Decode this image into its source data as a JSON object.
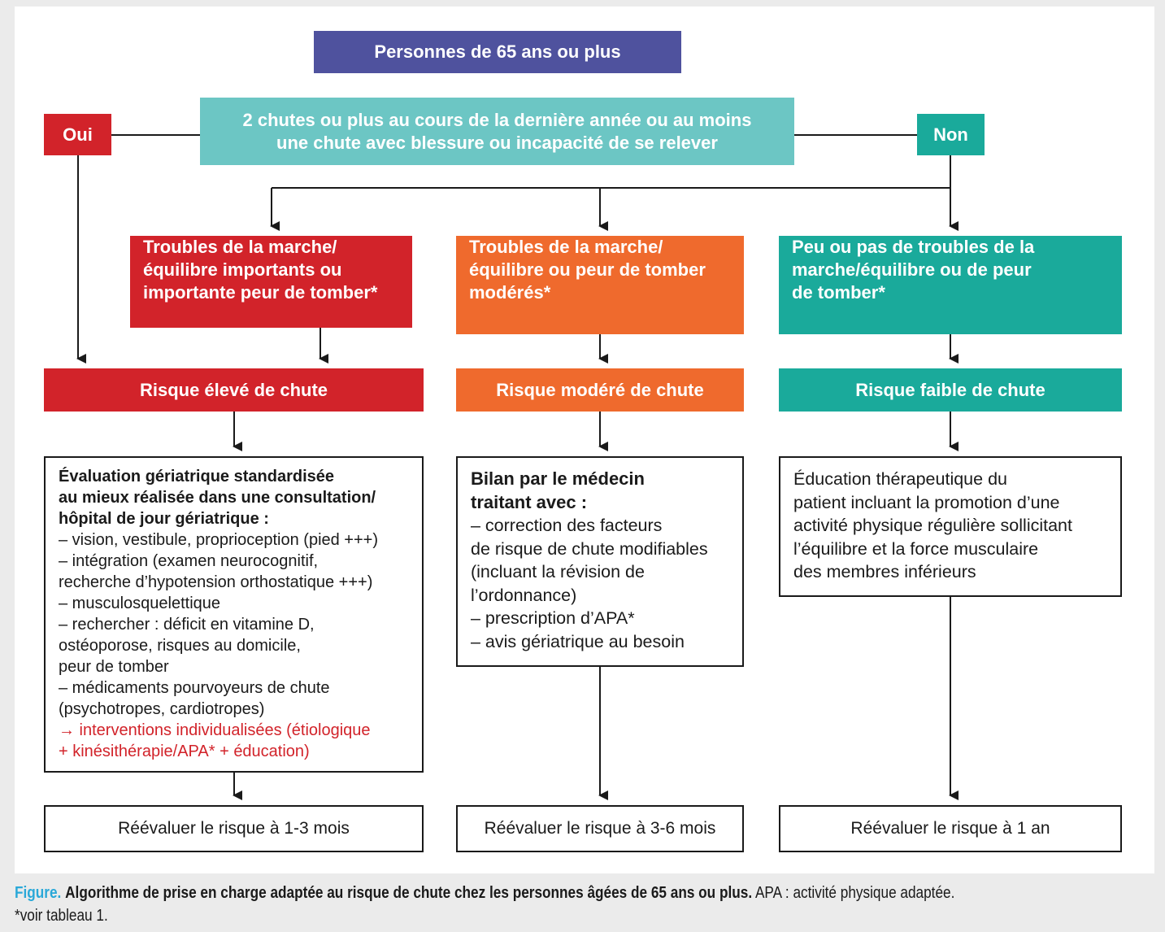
{
  "top_box": "Personnes de 65 ans ou plus",
  "question": {
    "line1": "2 chutes ou plus au cours de la dernière année ou au moins",
    "line2": "une chute avec blessure ou incapacité de se relever"
  },
  "yes_label": "Oui",
  "no_label": "Non",
  "categories": {
    "high": [
      "Troubles de la marche/",
      "équilibre importants ou",
      "importante peur de tomber*"
    ],
    "moderate": [
      "Troubles de la marche/",
      "équilibre ou peur de tomber",
      "modérés*"
    ],
    "low": [
      "Peu ou pas de troubles de la",
      "marche/équilibre ou de peur",
      "de tomber*"
    ]
  },
  "risks": {
    "high": "Risque élevé de chute",
    "moderate": "Risque modéré de chute",
    "low": "Risque faible de chute"
  },
  "actions": {
    "high": {
      "bold": [
        "Évaluation gériatrique standardisée",
        "au mieux réalisée dans une consultation/",
        "hôpital de jour gériatrique :"
      ],
      "items": [
        "– vision, vestibule, proprioception (pied +++)",
        "– intégration (examen neurocognitif,",
        "recherche d’hypotension orthostatique +++)",
        "– musculosquelettique",
        "– rechercher : déficit en vitamine D,",
        "ostéoporose, risques au domicile,",
        "peur de tomber",
        "– médicaments pourvoyeurs de chute",
        "(psychotropes, cardiotropes)"
      ],
      "red_items": [
        "→ interventions individualisées (étiologique",
        "+ kinésithérapie/APA* + éducation)"
      ]
    },
    "moderate": {
      "bold": [
        "Bilan par le médecin",
        "traitant avec :"
      ],
      "items": [
        "– correction des facteurs",
        "de risque de chute modifiables",
        "(incluant la révision de",
        "l’ordonnance)",
        "– prescription d’APA*",
        "– avis gériatrique au besoin"
      ]
    },
    "low": {
      "items": [
        "Éducation thérapeutique du",
        "patient incluant la promotion d’une",
        "activité physique régulière sollicitant",
        "l’équilibre et la force musculaire",
        "des membres inférieurs"
      ]
    }
  },
  "reassess": {
    "high": "Réévaluer le risque à 1-3 mois",
    "moderate": "Réévaluer le risque à 3-6 mois",
    "low": "Réévaluer le risque à 1 an"
  },
  "caption": {
    "label": "Figure.",
    "title": "Algorithme de prise en charge adaptée au risque de chute chez les personnes âgées de 65 ans ou plus.",
    "note": "APA : activité physique adaptée.",
    "note2": "*voir tableau 1."
  },
  "colors": {
    "header": "#4f529e",
    "question": "#6cc6c4",
    "high": "#d2232a",
    "moderate": "#ef6a2d",
    "low": "#1aaa9b",
    "caption_label": "#2aa8d8"
  }
}
